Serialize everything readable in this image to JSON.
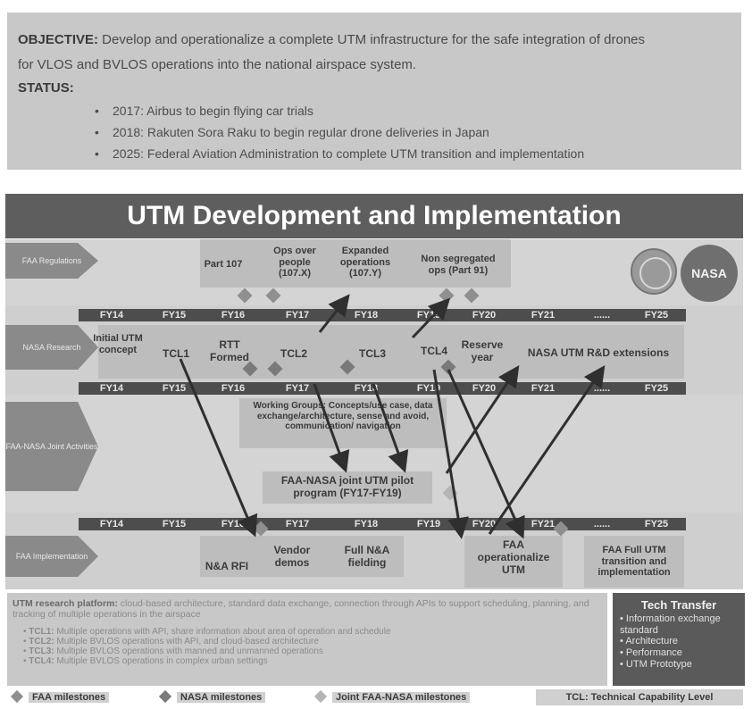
{
  "objective": {
    "objective_label": "OBJECTIVE:",
    "objective_text_1": " Develop and operationalize a complete UTM infrastructure for the safe integration of drones",
    "objective_text_2": "for VLOS and BVLOS operations into the national airspace system.",
    "status_label": "STATUS:",
    "status_items": [
      "2017: Airbus to begin flying car trials",
      "2018: Rakuten Sora Raku to begin regular drone deliveries in Japan",
      "2025: Federal Aviation Administration to complete UTM transition and implementation"
    ]
  },
  "banner": {
    "title": "UTM Development and Implementation"
  },
  "lanes": {
    "faa_regulations": "FAA Regulations",
    "nasa_research": "NASA Research",
    "faa_nasa_joint": "FAA-NASA Joint Activities",
    "faa_implementation": "FAA Implementation"
  },
  "fiscal_years": [
    "FY14",
    "FY15",
    "FY16",
    "FY17",
    "FY18",
    "FY19",
    "FY20",
    "FY21",
    "......",
    "FY25"
  ],
  "fiscal_years_bar4": [
    "FY14",
    "FY15",
    "FY16",
    "FY17",
    "FY18",
    "FY19",
    "FY20",
    "FY21",
    "......",
    "FY25"
  ],
  "regulations": {
    "part107": "Part 107",
    "ops_over_people": "Ops over people (107.X)",
    "expanded": "Expanded operations (107.Y)",
    "nonseg": "Non segregated ops (Part 91)"
  },
  "research": {
    "initial": "Initial UTM concept",
    "tcl1": "TCL1",
    "rtt": "RTT Formed",
    "tcl2": "TCL2",
    "tcl3": "TCL3",
    "tcl4": "TCL4",
    "reserve": "Reserve year",
    "extensions": "NASA UTM R&D extensions"
  },
  "joint": {
    "working_groups": "Working Groups: Concepts/use case, data exchange/architecture, sense and avoid, communication/ navigation",
    "pilot": "FAA-NASA joint UTM pilot program (FY17-FY19)"
  },
  "implementation": {
    "rfi": "N&A RFI",
    "vendor": "Vendor demos",
    "fielding": "Full N&A fielding",
    "operationalize": "FAA operationalize UTM",
    "full": "FAA Full UTM transition and implementation"
  },
  "platform": {
    "title": "UTM research platform:",
    "text": " cloud-based architecture, standard data exchange, connection through APIs to support scheduling, planning, and tracking of multiple operations in the airspace",
    "tcls": [
      {
        "k": "TCL1:",
        "v": " Multiple operations with API, share information about area of operation and schedule"
      },
      {
        "k": "TCL2:",
        "v": " Multiple BVLOS operations with API, and cloud-based architecture"
      },
      {
        "k": "TCL3:",
        "v": " Multiple BVLOS operations with manned and unmanned operations"
      },
      {
        "k": "TCL4:",
        "v": " Multiple BVLOS operations in complex urban settings"
      }
    ]
  },
  "tech_transfer": {
    "title": "Tech Transfer",
    "items": [
      "Information exchange standard",
      "Architecture",
      "Performance",
      "UTM Prototype"
    ]
  },
  "legend": {
    "faa": "FAA milestones",
    "nasa": "NASA milestones",
    "joint": "Joint FAA-NASA milestones",
    "tcl": "TCL: Technical Capability Level"
  },
  "logos": {
    "nasa": "NASA"
  },
  "colors": {
    "banner": "#5e5e5e",
    "lane": "#d4d4d4",
    "box": "#bdbdbd",
    "fybar": "#4d4d4d"
  }
}
